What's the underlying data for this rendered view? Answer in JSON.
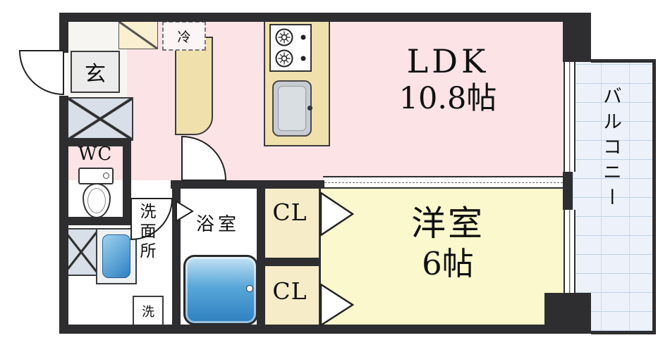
{
  "rooms": {
    "ldk": {
      "label": "LDK",
      "size": "10.8帖"
    },
    "western": {
      "label": "洋室",
      "size": "6帖"
    },
    "balcony": {
      "label": "バルコニー"
    },
    "bath": {
      "label": "浴室"
    },
    "washroom": {
      "label": "洗面所"
    },
    "wc": {
      "label": "WC"
    },
    "entrance": {
      "label": "玄"
    },
    "closet_top": {
      "label": "CL"
    },
    "closet_bottom": {
      "label": "CL"
    }
  },
  "fixtures": {
    "fridge": {
      "label": "冷"
    },
    "laundry": {
      "label": "洗"
    }
  },
  "colors": {
    "wall": "#2e2e30",
    "ldk_floor": "#fce3e6",
    "western_floor": "#fbf8cd",
    "closet_floor": "#f6ecc8",
    "counter": "#f0e0ac",
    "hatch_box": "#d9dfe8",
    "balcony_bg": "#edf2fa",
    "balcony_line": "#bfd2e8",
    "bathtub": "#2e7fc0",
    "basin": "#2d7fc1"
  }
}
